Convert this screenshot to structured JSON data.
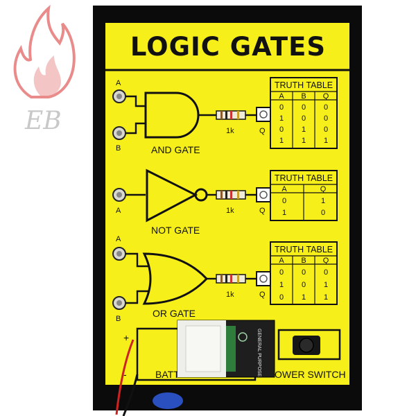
{
  "colors": {
    "board": "#f6ef1a",
    "frame": "#0b0b0b",
    "logo": "#ea8b8b"
  },
  "logo": {
    "text": "EB"
  },
  "board": {
    "title": "LOGIC GATES",
    "resistor_label": "1k",
    "output_label": "Q",
    "gates": [
      {
        "name": "AND GATE",
        "inputs": [
          "A",
          "B"
        ],
        "table_title": "TRUTH TABLE",
        "headers": [
          "A",
          "B",
          "Q"
        ],
        "rows": [
          [
            "0",
            "0",
            "0"
          ],
          [
            "1",
            "0",
            "0"
          ],
          [
            "0",
            "1",
            "0"
          ],
          [
            "1",
            "1",
            "1"
          ]
        ]
      },
      {
        "name": "NOT GATE",
        "inputs": [
          "A"
        ],
        "table_title": "TRUTH TABLE",
        "headers": [
          "A",
          "Q"
        ],
        "rows": [
          [
            "0",
            "1"
          ],
          [
            "1",
            "0"
          ]
        ]
      },
      {
        "name": "OR GATE",
        "inputs": [
          "A",
          "B"
        ],
        "table_title": "TRUTH TABLE",
        "headers": [
          "A",
          "B",
          "Q"
        ],
        "rows": [
          [
            "0",
            "0",
            "0"
          ],
          [
            "1",
            "0",
            "1"
          ],
          [
            "0",
            "1",
            "1"
          ]
        ]
      }
    ],
    "battery_label": "BATT",
    "battery_polarity": [
      "+",
      "-"
    ],
    "battery_brand": "GENERAL PURPOSE",
    "power_switch_label": "OWER SWITCH"
  }
}
